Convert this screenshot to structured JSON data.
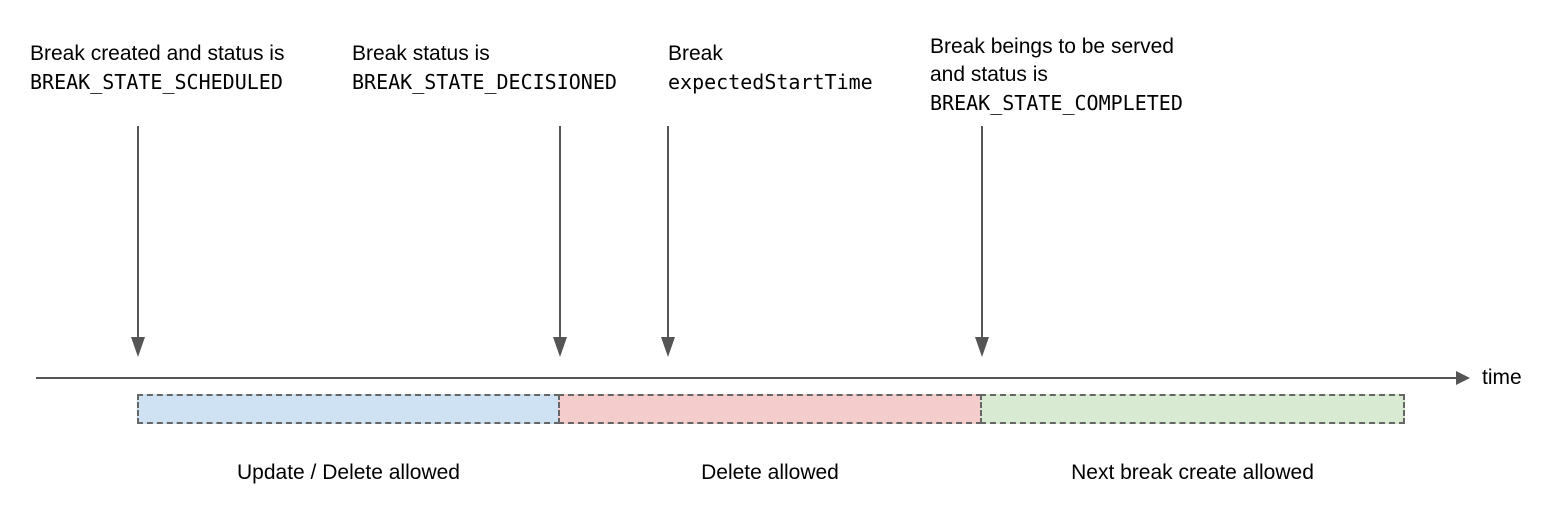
{
  "annotations": [
    {
      "line1": "Break created and status is",
      "code": "BREAK_STATE_SCHEDULED"
    },
    {
      "line1": "Break status is",
      "code": "BREAK_STATE_DECISIONED"
    },
    {
      "line1": "Break",
      "code": "expectedStartTime"
    },
    {
      "line1": "Break beings to be served",
      "line2": "and status is",
      "code": "BREAK_STATE_COMPLETED"
    }
  ],
  "timeline": {
    "axis_label": "time"
  },
  "segments": [
    {
      "label": "Update / Delete allowed",
      "fill": "#cfe2f3"
    },
    {
      "label": "Delete allowed",
      "fill": "#f4cccc"
    },
    {
      "label": "Next break create allowed",
      "fill": "#d9ead3"
    }
  ],
  "colors": {
    "arrow": "#555555",
    "segment_border": "#666666",
    "text": "#000000"
  }
}
